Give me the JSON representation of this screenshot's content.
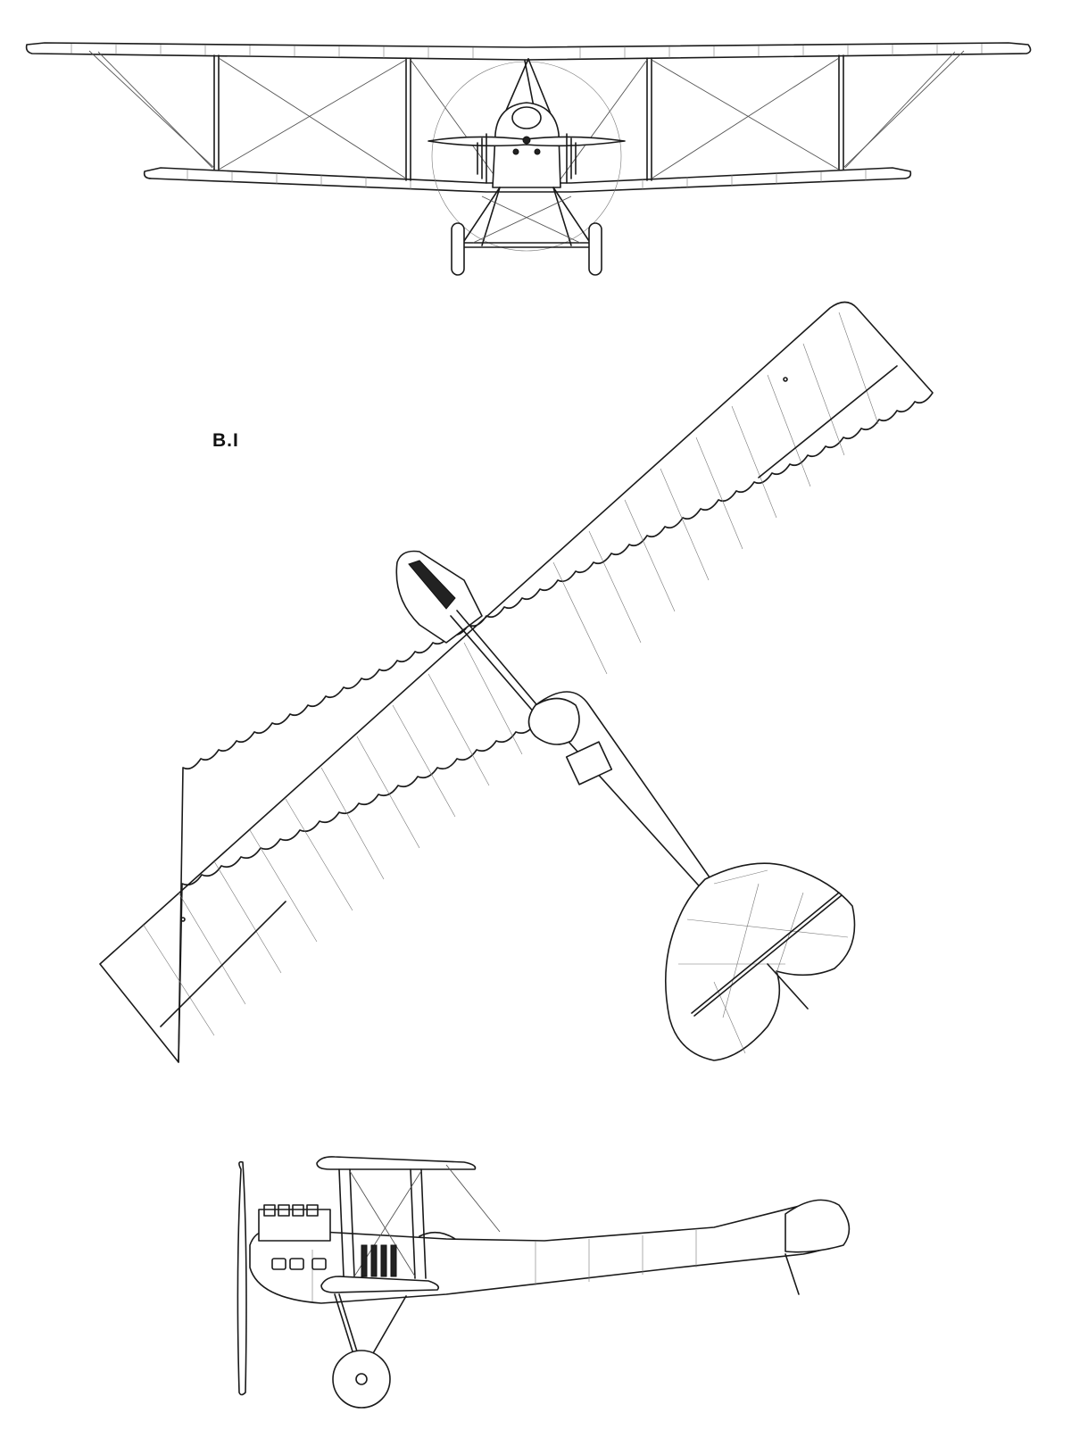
{
  "drawing": {
    "label": "B.I",
    "views": [
      "front-view",
      "top-view",
      "side-view"
    ],
    "line_color": "#1a1a1a",
    "background": "#ffffff"
  }
}
